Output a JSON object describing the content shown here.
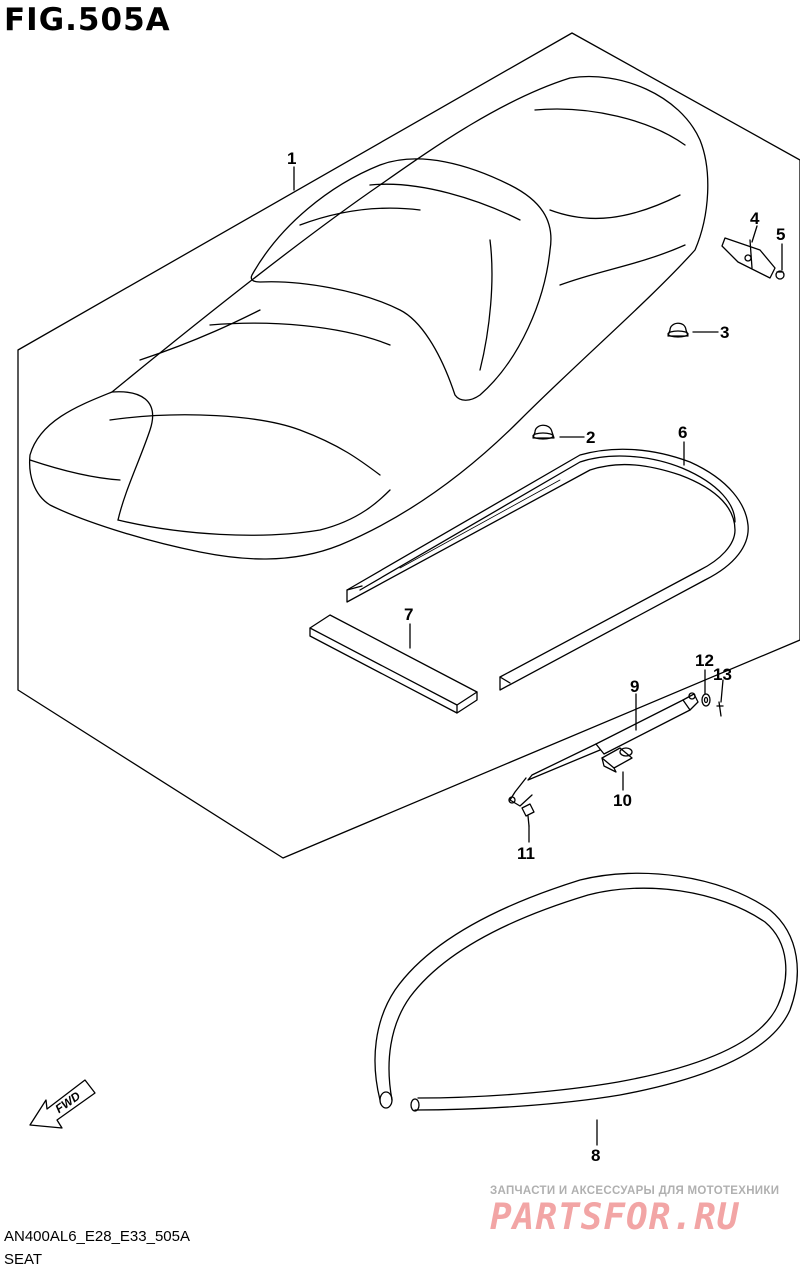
{
  "figure": {
    "title": "FIG.505A",
    "code": "AN400AL6_E28_E33_505A",
    "caption": "SEAT"
  },
  "fwd_label": "FWD",
  "callouts": [
    {
      "id": "1",
      "label": "1"
    },
    {
      "id": "2",
      "label": "2"
    },
    {
      "id": "3",
      "label": "3"
    },
    {
      "id": "4",
      "label": "4"
    },
    {
      "id": "5",
      "label": "5"
    },
    {
      "id": "6",
      "label": "6"
    },
    {
      "id": "7",
      "label": "7"
    },
    {
      "id": "8",
      "label": "8"
    },
    {
      "id": "9",
      "label": "9"
    },
    {
      "id": "10",
      "label": "10"
    },
    {
      "id": "11",
      "label": "11"
    },
    {
      "id": "12",
      "label": "12"
    },
    {
      "id": "13",
      "label": "13"
    }
  ],
  "watermark": {
    "tagline": "ЗАПЧАСТИ И АКСЕССУАРЫ ДЛЯ МОТОТЕХНИКИ",
    "logo": "PARTSFOR.RU"
  }
}
